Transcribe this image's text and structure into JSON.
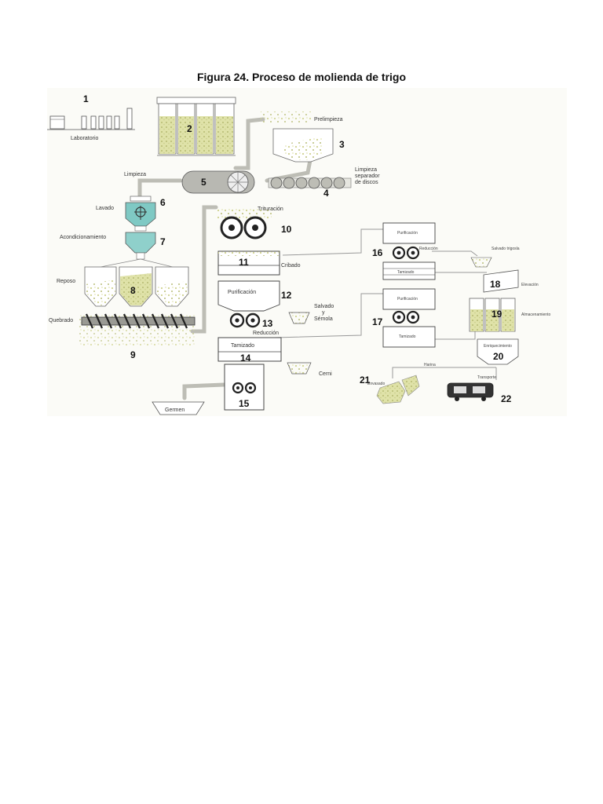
{
  "title": "Figura 24. Proceso de molienda de trigo",
  "colors": {
    "grain": "#d8dc9a",
    "grain_dark": "#a8ac6a",
    "teal": "#7fc9c4",
    "outline": "#555555",
    "pipe": "#c9c9c2",
    "box": "#ffffff"
  },
  "steps": [
    {
      "num": "1",
      "label": "Laboratorio"
    },
    {
      "num": "2",
      "label": ""
    },
    {
      "num": "3",
      "label": "Prelimpieza"
    },
    {
      "num": "4",
      "label": "Limpieza separador de discos"
    },
    {
      "num": "5",
      "label": "Limpieza"
    },
    {
      "num": "6",
      "label": "Lavado"
    },
    {
      "num": "7",
      "label": "Acondicionamiento"
    },
    {
      "num": "8",
      "label": "Reposo"
    },
    {
      "num": "9",
      "label": "Quebrado"
    },
    {
      "num": "10",
      "label": "Trituración"
    },
    {
      "num": "11",
      "label": "Cribado"
    },
    {
      "num": "12",
      "label": "Purificación"
    },
    {
      "num": "13",
      "label": "Reducción"
    },
    {
      "num": "14",
      "label": "Tamizado"
    },
    {
      "num": "15",
      "label": ""
    },
    {
      "num": "16",
      "label": "Purificación"
    },
    {
      "num": "17",
      "label": "Purificación"
    },
    {
      "num": "18",
      "label": "Elevación"
    },
    {
      "num": "19",
      "label": "Almacenamiento"
    },
    {
      "num": "20",
      "label": "Enriquecimiento"
    },
    {
      "num": "21",
      "label": "Envasado"
    },
    {
      "num": "22",
      "label": ""
    }
  ],
  "extra_labels": {
    "limpieza_a": "Limpieza",
    "limpieza_b": "separador",
    "limpieza_c": "de discos",
    "salvado_a": "Salvado",
    "salvado_b": "y",
    "salvado_c": "Sémola",
    "cerni": "Cerni",
    "germen": "Germen",
    "tamizado_16": "Tamizado",
    "tamizado_17": "Tamizado",
    "reducción_small": "Reducción",
    "salvado_small": "Salvado trigosla",
    "harina": "Harina",
    "transporte": "Transporte"
  }
}
